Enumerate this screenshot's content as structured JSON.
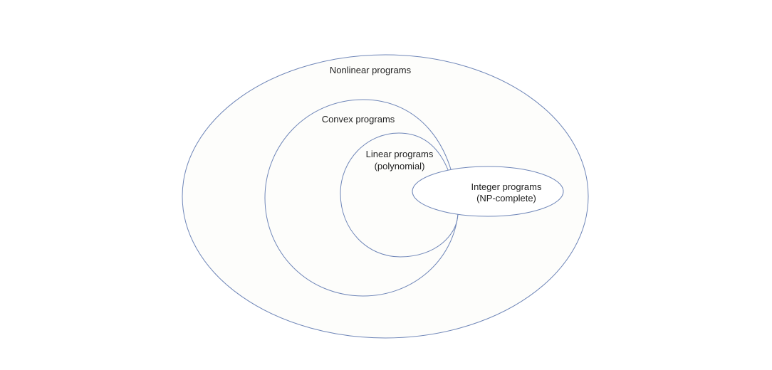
{
  "diagram": {
    "type": "nested-sets",
    "sets": {
      "nonlinear": {
        "line1": "Nonlinear programs"
      },
      "convex": {
        "line1": "Convex programs"
      },
      "linear": {
        "line1": "Linear programs",
        "line2": "(polynomial)"
      },
      "integer": {
        "line1": "Integer programs",
        "line2": "(NP-complete)"
      }
    },
    "colors": {
      "outline": "#6f86b8",
      "text": "#222222",
      "fill": "#fdfdfb"
    }
  }
}
